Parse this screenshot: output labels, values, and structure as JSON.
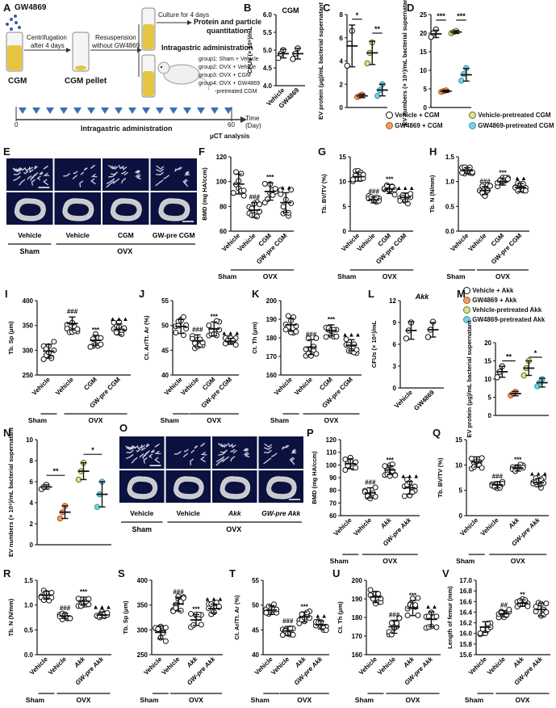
{
  "panels": {
    "A": "A",
    "B": "B",
    "C": "C",
    "D": "D",
    "E": "E",
    "F": "F",
    "G": "G",
    "H": "H",
    "I": "I",
    "J": "J",
    "K": "K",
    "L": "L",
    "M": "M",
    "N": "N",
    "O": "O",
    "P": "P",
    "Q": "Q",
    "R": "R",
    "S": "S",
    "T": "T",
    "U": "U",
    "V": "V"
  },
  "schematic": {
    "gw": "GW4869",
    "centrifugation": [
      "Centrifugation",
      "after 4 days"
    ],
    "resuspension": [
      "Resuspension",
      "without GW4869"
    ],
    "culture": "Culture for 4 days",
    "protein": [
      "Protein and particle",
      "quantitation"
    ],
    "ig_title": "Intragastric administration",
    "groups": [
      "group1:  Sham + Vehicle",
      "group2:  OVX + Vehicle",
      "group3:  OVX + CGM",
      "group4:  OVX + GW4869",
      "-pretreated CGM"
    ],
    "cgm": "CGM",
    "pellet": "CGM pellet",
    "time0": "0",
    "time60": "60",
    "timeunit": "Time (Day)",
    "ig_bottom": "Intragastric administration",
    "uct": "μCT analysis"
  },
  "legend_cgm": [
    "Vehicle + CGM",
    "GW4869 + CGM",
    "Vehicle-pretreated CGM",
    "GW4869-pretreated CGM"
  ],
  "legend_akk": [
    "Vehicle + Akk",
    "GW4869 + Akk",
    "Vehicle-pretreated Akk",
    "GW4869-pretreated Akk"
  ],
  "colors": {
    "vehicle": "#ffffff",
    "gw": "#e8a070",
    "vpre": "#e6e08a",
    "gwpre": "#7fd0e0"
  },
  "micro_e": {
    "labels": [
      "Vehicle",
      "Vehicle",
      "CGM",
      "GW-pre CGM"
    ],
    "sham": "Sham",
    "ovx": "OVX"
  },
  "micro_o": {
    "labels": [
      "Vehicle",
      "Vehicle",
      "Akk",
      "GW-pre Akk"
    ],
    "sham": "Sham",
    "ovx": "OVX"
  },
  "chart_data": [
    {
      "id": "B",
      "type": "scatter",
      "title": "CGM",
      "ylabel": "CFUs (× 10⁸)/mL",
      "ylim": [
        4.0,
        6.0
      ],
      "ticks": [
        "4.0",
        "4.5",
        "5.0",
        "5.5",
        "6.0"
      ],
      "categories": [
        "Vehicle",
        "GW4869"
      ],
      "values": [
        4.9,
        4.9
      ],
      "sd": [
        0.12,
        0.15
      ],
      "points": [
        [
          4.78,
          4.9,
          5.0
        ],
        [
          4.75,
          4.9,
          5.05
        ]
      ]
    },
    {
      "id": "C",
      "type": "scatter",
      "ylabel": "EV protein (μg)/mL bacterial supernatant",
      "ylim": [
        0,
        8
      ],
      "ticks": [
        "0",
        "2",
        "4",
        "6",
        "8"
      ],
      "categories": [
        "",
        "",
        "",
        ""
      ],
      "values": [
        5.3,
        1.0,
        4.7,
        1.5
      ],
      "sd": [
        1.8,
        0.15,
        1.0,
        0.5
      ],
      "points": [
        [
          3.6,
          5.5,
          6.6
        ],
        [
          0.9,
          1.0,
          1.1
        ],
        [
          3.8,
          4.7,
          5.6
        ],
        [
          1.0,
          1.5,
          2.0
        ]
      ],
      "colors": [
        "vehicle",
        "gw",
        "vpre",
        "gwpre"
      ],
      "sig": [
        {
          "a": 0,
          "b": 1,
          "t": "*",
          "y": 7.6
        },
        {
          "a": 2,
          "b": 3,
          "t": "**",
          "y": 6.4
        }
      ]
    },
    {
      "id": "D",
      "type": "scatter",
      "ylabel": "EV numbers (× 10⁹)/mL bacterial supernatant",
      "ylim": [
        0,
        25
      ],
      "ticks": [
        "0",
        "5",
        "10",
        "15",
        "20",
        "25"
      ],
      "categories": [
        "",
        "",
        "",
        ""
      ],
      "values": [
        19.8,
        4.4,
        20.3,
        8.8
      ],
      "sd": [
        1.0,
        0.3,
        0.4,
        1.7
      ],
      "points": [
        [
          19,
          20,
          21
        ],
        [
          4.2,
          4.4,
          4.6
        ],
        [
          20,
          20.3,
          20.6
        ],
        [
          7.2,
          9,
          10.6
        ]
      ],
      "colors": [
        "vehicle",
        "gw",
        "vpre",
        "gwpre"
      ],
      "sig": [
        {
          "a": 0,
          "b": 1,
          "t": "***",
          "y": 23.5
        },
        {
          "a": 2,
          "b": 3,
          "t": "***",
          "y": 23.5
        }
      ]
    },
    {
      "id": "F",
      "type": "scatter",
      "ylabel": "BMD (mg HA/ccm)",
      "ylim": [
        60,
        120
      ],
      "ticks": [
        "60",
        "80",
        "100",
        "120"
      ],
      "categories": [
        "Vehicle",
        "Vehicle",
        "CGM",
        "GW-pre CGM"
      ],
      "values": [
        98,
        77,
        92,
        83
      ],
      "sd": [
        8,
        6,
        7,
        8
      ],
      "marks": [
        "",
        "###",
        "***",
        "▲▲"
      ],
      "groups": {
        "sham": "Sham",
        "ovx": "OVX"
      }
    },
    {
      "id": "G",
      "type": "scatter",
      "ylabel": "Tb. BV/TV (%)",
      "ylim": [
        0,
        15
      ],
      "ticks": [
        "0",
        "5",
        "10",
        "15"
      ],
      "categories": [
        "Vehicle",
        "Vehicle",
        "CGM",
        "GW-pre CGM"
      ],
      "values": [
        11,
        6.3,
        8.5,
        6.8
      ],
      "sd": [
        0.9,
        0.6,
        0.9,
        0.9
      ],
      "marks": [
        "",
        "###",
        "***",
        "▲▲▲"
      ],
      "groups": {
        "sham": "Sham",
        "ovx": "OVX"
      }
    },
    {
      "id": "H",
      "type": "scatter",
      "ylabel": "Tb. N (N/mm)",
      "ylim": [
        0.0,
        1.5
      ],
      "ticks": [
        "0.0",
        "0.5",
        "1.0",
        "1.5"
      ],
      "categories": [
        "Vehicle",
        "Vehicle",
        "CGM",
        "GW-pre CGM"
      ],
      "values": [
        1.22,
        0.82,
        1.0,
        0.88
      ],
      "sd": [
        0.06,
        0.08,
        0.07,
        0.08
      ],
      "marks": [
        "",
        "###",
        "***",
        "▲▲"
      ],
      "groups": {
        "sham": "Sham",
        "ovx": "OVX"
      }
    },
    {
      "id": "I",
      "type": "scatter",
      "ylabel": "Tb. Sp (μm)",
      "ylim": [
        250,
        400
      ],
      "ticks": [
        "250",
        "300",
        "350",
        "400"
      ],
      "categories": [
        "Vehicle",
        "Vehicle",
        "CGM",
        "GW-pre CGM"
      ],
      "values": [
        298,
        354,
        320,
        342
      ],
      "sd": [
        14,
        13,
        10,
        11
      ],
      "marks": [
        "",
        "###",
        "***",
        "▲▲▲"
      ],
      "groups": {
        "sham": "Sham",
        "ovx": "OVX"
      }
    },
    {
      "id": "J",
      "type": "scatter",
      "ylabel": "Ct. Ar/Tt. Ar (%)",
      "ylim": [
        40,
        55
      ],
      "ticks": [
        "40",
        "45",
        "50",
        "55"
      ],
      "categories": [
        "Vehicle",
        "Vehicle",
        "CGM",
        "GW-pre CGM"
      ],
      "values": [
        49.8,
        46.9,
        49.3,
        46.8
      ],
      "sd": [
        1.4,
        1.2,
        1.4,
        0.6
      ],
      "marks": [
        "",
        "###",
        "***",
        "▲▲▲"
      ],
      "groups": {
        "sham": "Sham",
        "ovx": "OVX"
      }
    },
    {
      "id": "K",
      "type": "scatter",
      "ylabel": "Ct. Th (μm)",
      "ylim": [
        160,
        200
      ],
      "ticks": [
        "160",
        "170",
        "180",
        "190",
        "200"
      ],
      "categories": [
        "Vehicle",
        "Vehicle",
        "CGM",
        "GW-pre CGM"
      ],
      "values": [
        187,
        175,
        184,
        176
      ],
      "sd": [
        3.5,
        4,
        3,
        3
      ],
      "marks": [
        "",
        "###",
        "***",
        "▲▲▲"
      ],
      "groups": {
        "sham": "Sham",
        "ovx": "OVX"
      }
    },
    {
      "id": "L",
      "type": "scatter",
      "title": "Akk",
      "ylabel": "CFUs (× 10⁸)/mL",
      "ylim": [
        0,
        12
      ],
      "ticks": [
        "0",
        "3",
        "6",
        "9",
        "12"
      ],
      "categories": [
        "Vehicle",
        "GW4869"
      ],
      "values": [
        7.9,
        8.0
      ],
      "sd": [
        1.2,
        1.0
      ],
      "points": [
        [
          6.8,
          7.9,
          9.0
        ],
        [
          7.0,
          8.0,
          9.1
        ]
      ]
    },
    {
      "id": "M",
      "type": "scatter",
      "ylabel": "EV protein (μg)/mL bacterial supernatant",
      "ylim": [
        0,
        20
      ],
      "ticks": [
        "0",
        "5",
        "10",
        "15",
        "20"
      ],
      "categories": [
        "",
        "",
        "",
        ""
      ],
      "values": [
        12,
        6,
        13,
        9
      ],
      "sd": [
        1.5,
        0.6,
        2,
        1.2
      ],
      "points": [
        [
          10.5,
          12,
          13.5
        ],
        [
          5.5,
          6,
          6.5
        ],
        [
          11,
          13,
          15
        ],
        [
          8,
          9,
          10
        ]
      ],
      "colors": [
        "vehicle",
        "gw",
        "vpre",
        "gwpre"
      ],
      "sig": [
        {
          "a": 0,
          "b": 1,
          "t": "**",
          "y": 15
        },
        {
          "a": 2,
          "b": 3,
          "t": "*",
          "y": 16
        }
      ]
    },
    {
      "id": "N",
      "type": "scatter",
      "ylabel": "EV numbers (× 10⁹)/mL bacterial supernatant",
      "ylim": [
        0,
        10
      ],
      "ticks": [
        "0",
        "2",
        "4",
        "6",
        "8",
        "10"
      ],
      "categories": [
        "",
        "",
        "",
        ""
      ],
      "values": [
        5.5,
        3.1,
        7.0,
        4.8
      ],
      "sd": [
        0.2,
        0.6,
        0.8,
        1.2
      ],
      "points": [
        [
          5.3,
          5.5,
          5.7
        ],
        [
          2.5,
          3.1,
          3.7
        ],
        [
          6.2,
          7.0,
          7.8
        ],
        [
          3.6,
          4.8,
          6.0
        ]
      ],
      "colors": [
        "vehicle",
        "gw",
        "vpre",
        "gwpre"
      ],
      "sig": [
        {
          "a": 0,
          "b": 1,
          "t": "**",
          "y": 6.6
        },
        {
          "a": 2,
          "b": 3,
          "t": "*",
          "y": 8.6
        }
      ]
    },
    {
      "id": "P",
      "type": "scatter",
      "ylabel": "BMD (mg HA/ccm)",
      "ylim": [
        60,
        120
      ],
      "ticks": [
        "60",
        "70",
        "80",
        "90",
        "100",
        "110",
        "120"
      ],
      "categories": [
        "Vehicle",
        "Vehicle",
        "Akk",
        "GW-pre Akk"
      ],
      "values": [
        101,
        78,
        96,
        82
      ],
      "sd": [
        4,
        4,
        3.5,
        5
      ],
      "marks": [
        "",
        "###",
        "***",
        "▲▲▲"
      ],
      "groups": {
        "sham": "Sham",
        "ovx": "OVX"
      }
    },
    {
      "id": "Q",
      "type": "scatter",
      "ylabel": "Tb. BV/TV (%)",
      "ylim": [
        0,
        15
      ],
      "ticks": [
        "0",
        "5",
        "10",
        "15"
      ],
      "categories": [
        "Vehicle",
        "Vehicle",
        "Akk",
        "GW-pre Akk"
      ],
      "values": [
        10.6,
        6.1,
        9.4,
        6.5
      ],
      "sd": [
        1,
        0.6,
        0.6,
        0.8
      ],
      "marks": [
        "",
        "###",
        "***",
        "▲▲▲"
      ],
      "groups": {
        "sham": "Sham",
        "ovx": "OVX"
      }
    },
    {
      "id": "R",
      "type": "scatter",
      "ylabel": "Tb. N (N/mm)",
      "ylim": [
        0.0,
        1.5
      ],
      "ticks": [
        "0.0",
        "0.5",
        "1.0",
        "1.5"
      ],
      "categories": [
        "Vehicle",
        "Vehicle",
        "Akk",
        "GW-pre Akk"
      ],
      "values": [
        1.2,
        0.78,
        1.08,
        0.8
      ],
      "sd": [
        0.08,
        0.05,
        0.08,
        0.06
      ],
      "marks": [
        "",
        "###",
        "***",
        "▲▲▲"
      ],
      "groups": {
        "sham": "Sham",
        "ovx": "OVX"
      }
    },
    {
      "id": "S",
      "type": "scatter",
      "ylabel": "Tb. Sp (μm)",
      "ylim": [
        250,
        400
      ],
      "ticks": [
        "250",
        "300",
        "350",
        "400"
      ],
      "categories": [
        "Vehicle",
        "Vehicle",
        "Akk",
        "GW-pre Akk"
      ],
      "values": [
        295,
        352,
        320,
        343
      ],
      "sd": [
        13,
        14,
        11,
        9
      ],
      "marks": [
        "",
        "###",
        "***",
        "▲▲▲"
      ],
      "groups": {
        "sham": "Sham",
        "ovx": "OVX"
      }
    },
    {
      "id": "T",
      "type": "scatter",
      "ylabel": "Ct. Ar/Tt. Ar (%)",
      "ylim": [
        40,
        55
      ],
      "ticks": [
        "40",
        "45",
        "50",
        "55"
      ],
      "categories": [
        "Vehicle",
        "Vehicle",
        "Akk",
        "GW-pre Akk"
      ],
      "values": [
        49,
        44.8,
        47.6,
        46
      ],
      "sd": [
        0.9,
        0.9,
        1,
        0.8
      ],
      "marks": [
        "",
        "###",
        "***",
        "▲▲"
      ],
      "groups": {
        "sham": "Sham",
        "ovx": "OVX"
      }
    },
    {
      "id": "U",
      "type": "scatter",
      "ylabel": "Ct. Th (μm)",
      "ylim": [
        160,
        200
      ],
      "ticks": [
        "160",
        "170",
        "180",
        "190",
        "200"
      ],
      "categories": [
        "Vehicle",
        "Vehicle",
        "Akk",
        "GW-pre Akk"
      ],
      "values": [
        191,
        175,
        185,
        179
      ],
      "sd": [
        3,
        3.5,
        4,
        4
      ],
      "marks": [
        "",
        "###",
        "***",
        "▲▲"
      ],
      "groups": {
        "sham": "Sham",
        "ovx": "OVX"
      }
    },
    {
      "id": "V",
      "type": "scatter",
      "ylabel": "Length of femur (mm)",
      "ylim": [
        15.6,
        17.0
      ],
      "ticks": [
        "15.6",
        "15.8",
        "16.0",
        "16.2",
        "16.4",
        "16.6",
        "16.8",
        "17.0"
      ],
      "categories": [
        "Vehicle",
        "Vehicle",
        "Akk",
        "GW-pre Akk"
      ],
      "values": [
        16.12,
        16.37,
        16.57,
        16.45
      ],
      "sd": [
        0.1,
        0.06,
        0.06,
        0.12
      ],
      "marks": [
        "",
        "##",
        "**",
        ""
      ],
      "groups": {
        "sham": "Sham",
        "ovx": "OVX"
      }
    }
  ]
}
